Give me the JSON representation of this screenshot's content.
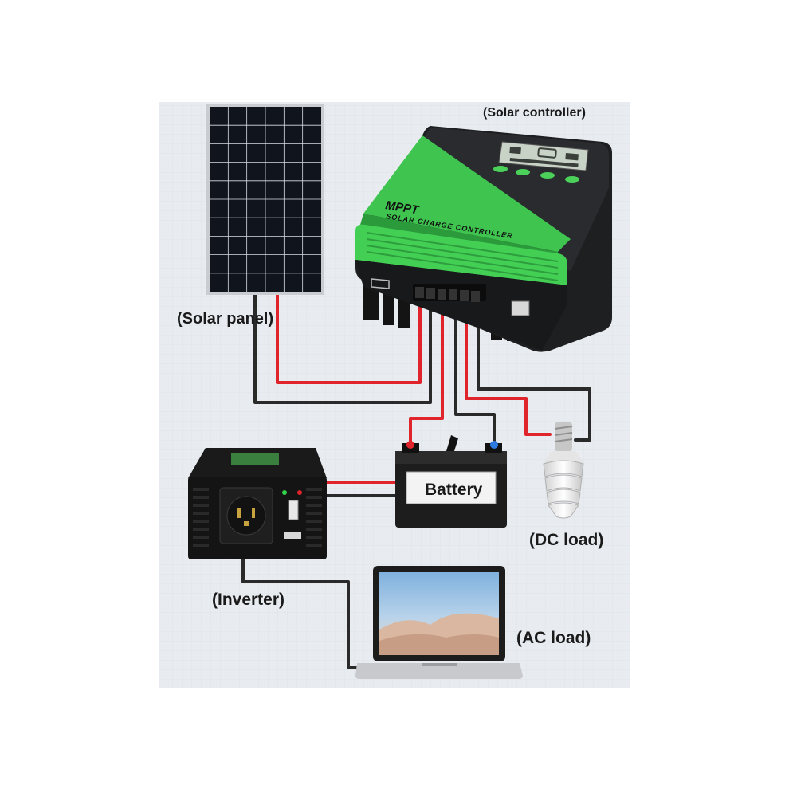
{
  "labels": {
    "solar_controller": "(Solar controller)",
    "solar_panel": "(Solar panel)",
    "battery": "Battery",
    "dc_load": "(DC load)",
    "inverter": "(Inverter)",
    "ac_load": "(AC load)"
  },
  "controller_text": {
    "brand": "MPPT",
    "subtitle": "SOLAR CHARGE CONTROLLER"
  },
  "colors": {
    "background_panel": "#e8ecf0",
    "positive_wire": "#e0242b",
    "negative_wire": "#2a2a2a",
    "controller_green": "#3ec44f",
    "controller_body": "#1e1f21"
  }
}
